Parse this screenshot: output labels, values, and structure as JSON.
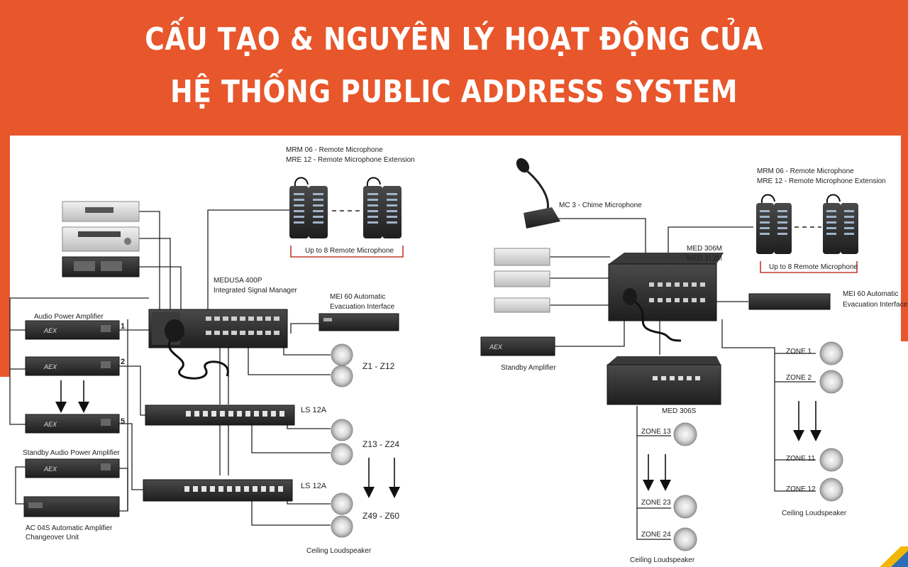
{
  "title_line1": "CẤU TẠO & NGUYÊN LÝ HOẠT ĐỘNG CỦA",
  "title_line2": "HỆ THỐNG PUBLIC ADDRESS SYSTEM",
  "colors": {
    "banner": "#e8562b",
    "device_dark": "#2b2b2b",
    "wire": "#222222",
    "bracket": "#c0392b"
  },
  "left": {
    "mrm_line1": "MRM 06 - Remote Microphone",
    "mrm_line2": "MRE 12 - Remote Microphone Extension",
    "up_to_8": "Up to 8 Remote Microphone",
    "medusa_line1": "MEDUSA 400P",
    "medusa_line2": "Integrated Signal Manager",
    "mei_line1": "MEI 60 Automatic",
    "mei_line2": "Evacuation Interface",
    "audio_amp": "Audio Power Amplifier",
    "standby_amp": "Standby Audio Power Amplifier",
    "ac04s_line1": "AC 04S Automatic Amplifier",
    "ac04s_line2": "Changeover Unit",
    "num1": "1",
    "num2": "2",
    "num5": "5",
    "z1": "Z1 - Z12",
    "z2": "Z13 - Z24",
    "z3": "Z49 - Z60",
    "ls1": "LS 12A",
    "ls2": "LS 12A",
    "ceiling": "Ceiling Loudspeaker"
  },
  "right": {
    "mc3": "MC 3 - Chime Microphone",
    "mrm_line1": "MRM 06 - Remote Microphone",
    "mrm_line2": "MRE 12 - Remote Microphone Extension",
    "up_to_8": "Up to 8 Remote Microphone",
    "med_line1": "MED 306M",
    "med_line2": "MED 312M",
    "mei_line1": "MEI 60 Automatic",
    "mei_line2": "Evacuation Interface",
    "standby": "Standby Amplifier",
    "med306s": "MED 306S",
    "zone1": "ZONE 1",
    "zone2": "ZONE 2",
    "zone11": "ZONE 11",
    "zone12": "ZONE 12",
    "zone13": "ZONE 13",
    "zone23": "ZONE 23",
    "zone24": "ZONE 24",
    "ceiling_a": "Ceiling Loudspeaker",
    "ceiling_b": "Ceiling Loudspeaker"
  },
  "device_badge": "AEX"
}
